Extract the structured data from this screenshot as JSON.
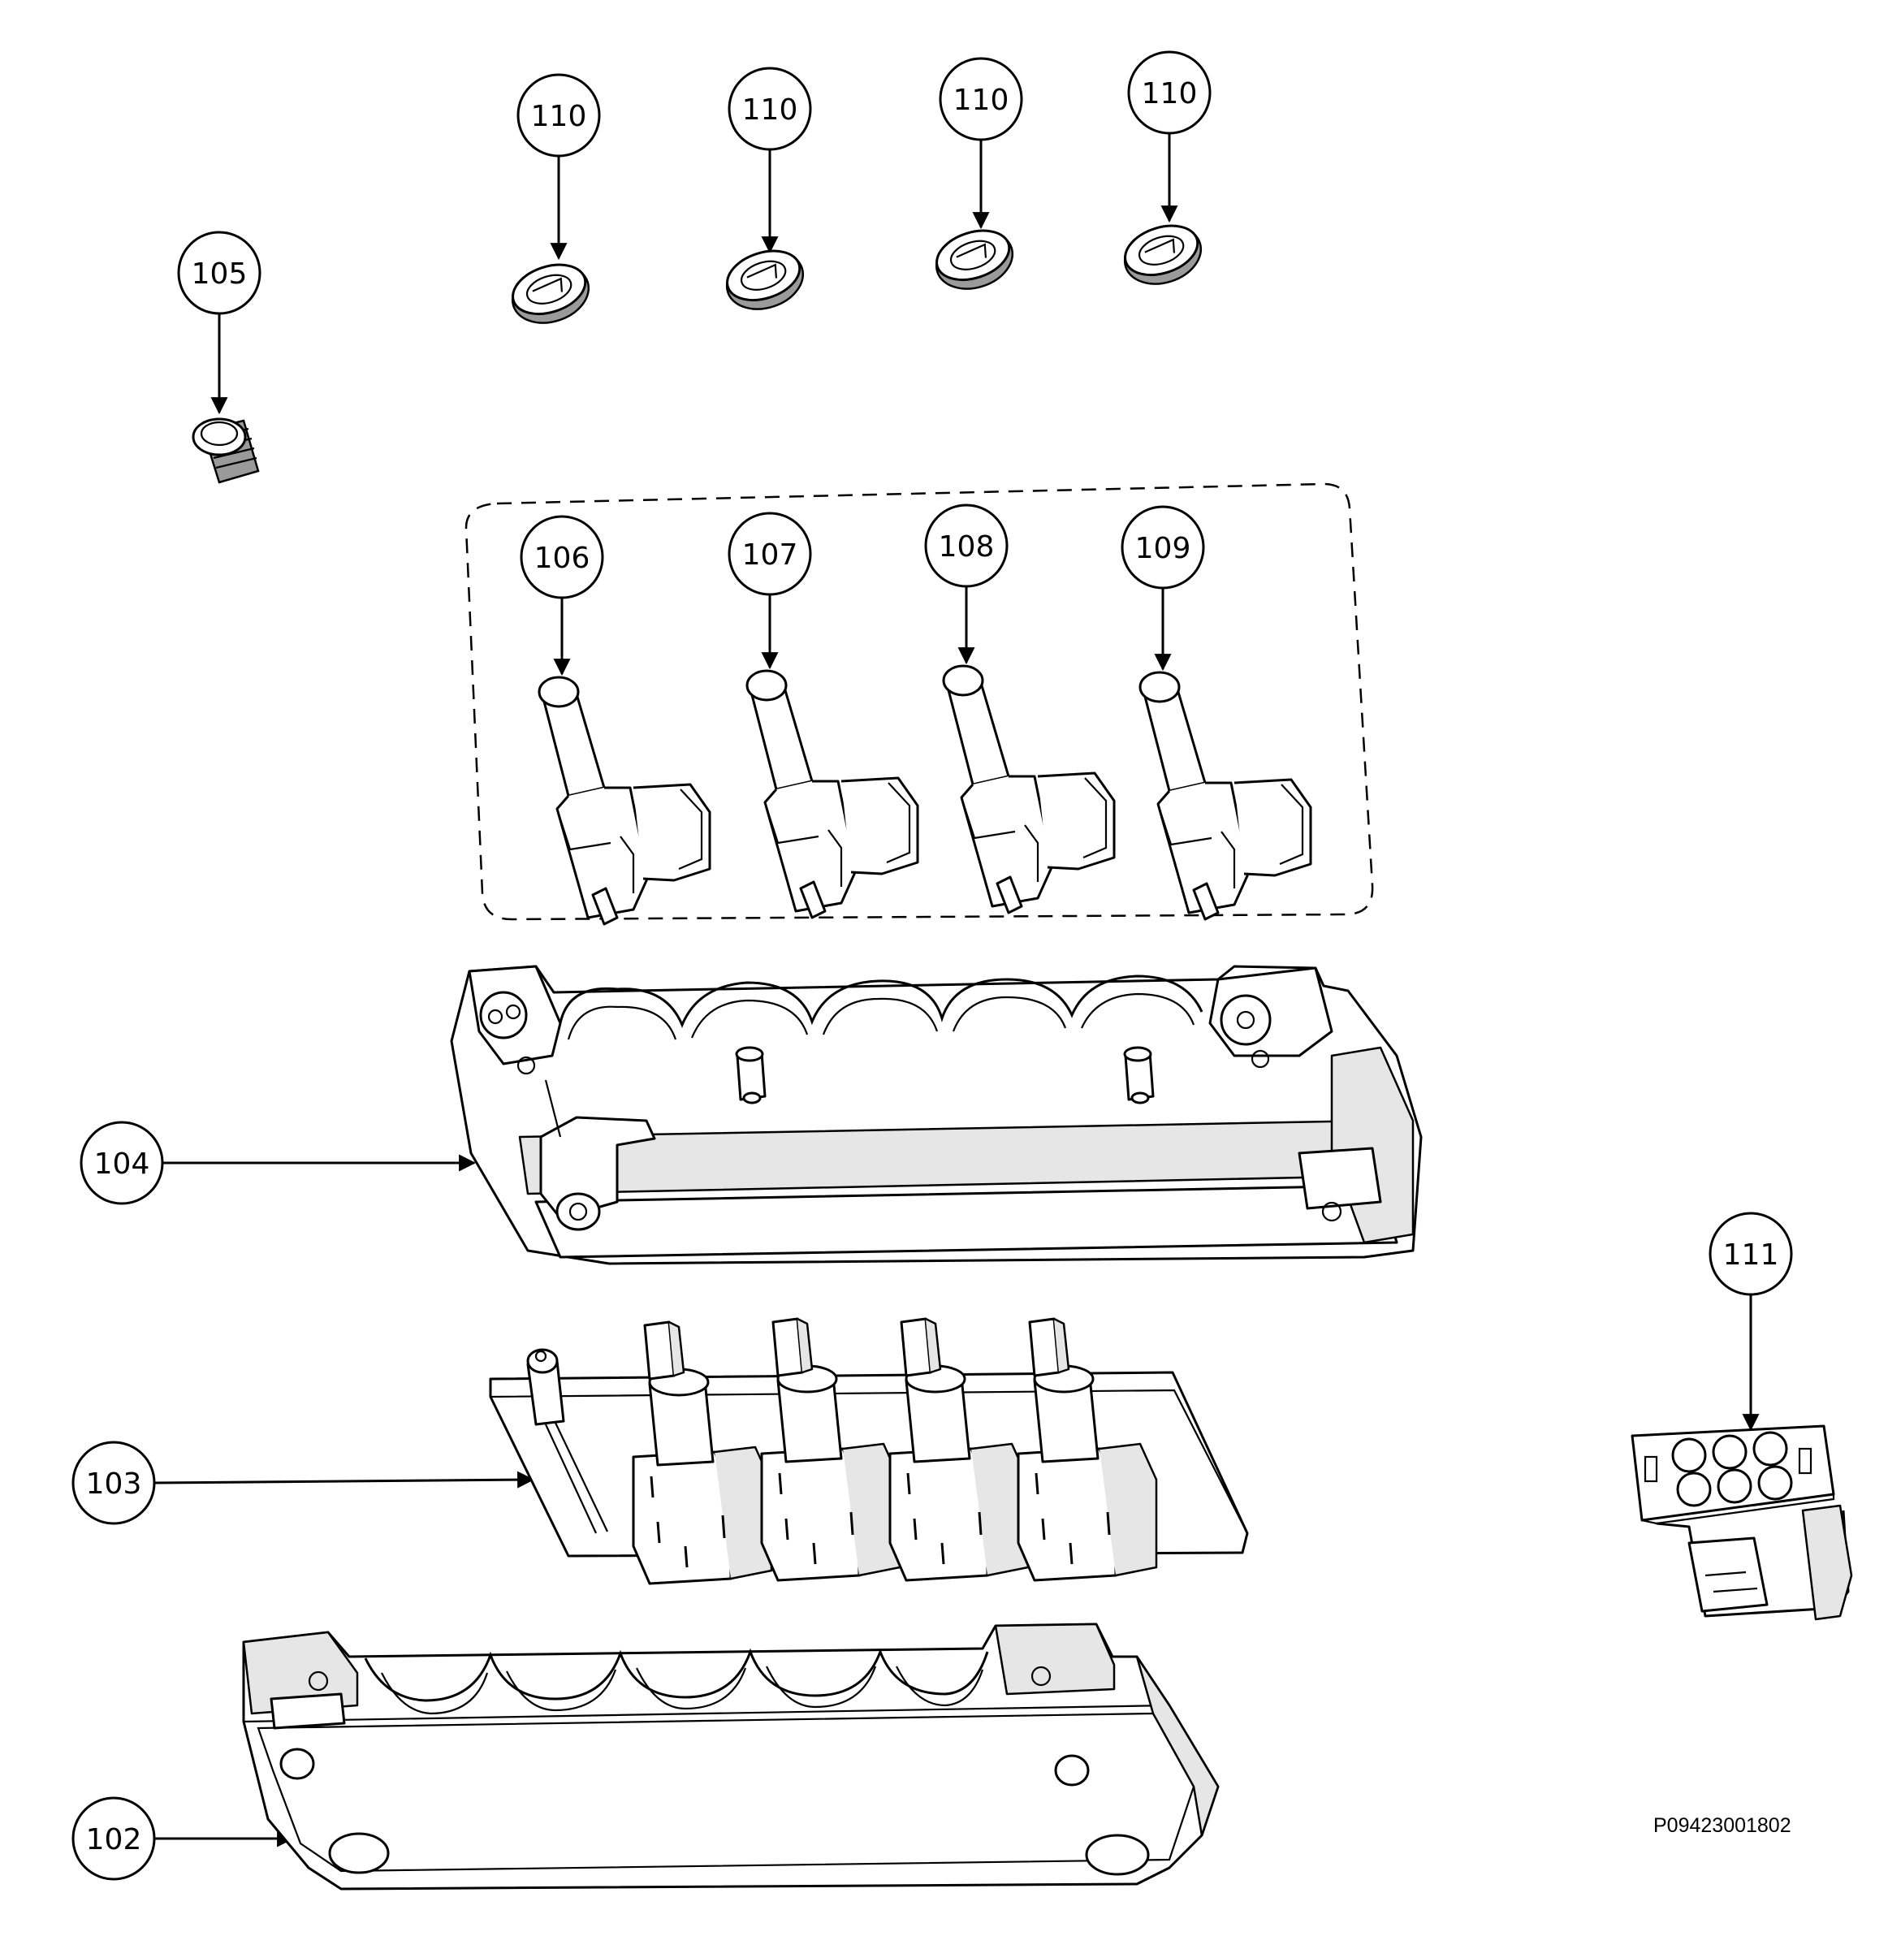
{
  "callouts": [
    {
      "id": "c110a",
      "label": "110"
    },
    {
      "id": "c110b",
      "label": "110"
    },
    {
      "id": "c110c",
      "label": "110"
    },
    {
      "id": "c110d",
      "label": "110"
    },
    {
      "id": "c105",
      "label": "105"
    },
    {
      "id": "c106",
      "label": "106"
    },
    {
      "id": "c107",
      "label": "107"
    },
    {
      "id": "c108",
      "label": "108"
    },
    {
      "id": "c109",
      "label": "109"
    },
    {
      "id": "c104",
      "label": "104"
    },
    {
      "id": "c103",
      "label": "103"
    },
    {
      "id": "c111",
      "label": "111"
    },
    {
      "id": "c102",
      "label": "102"
    }
  ],
  "reference_code": "P09423001802"
}
